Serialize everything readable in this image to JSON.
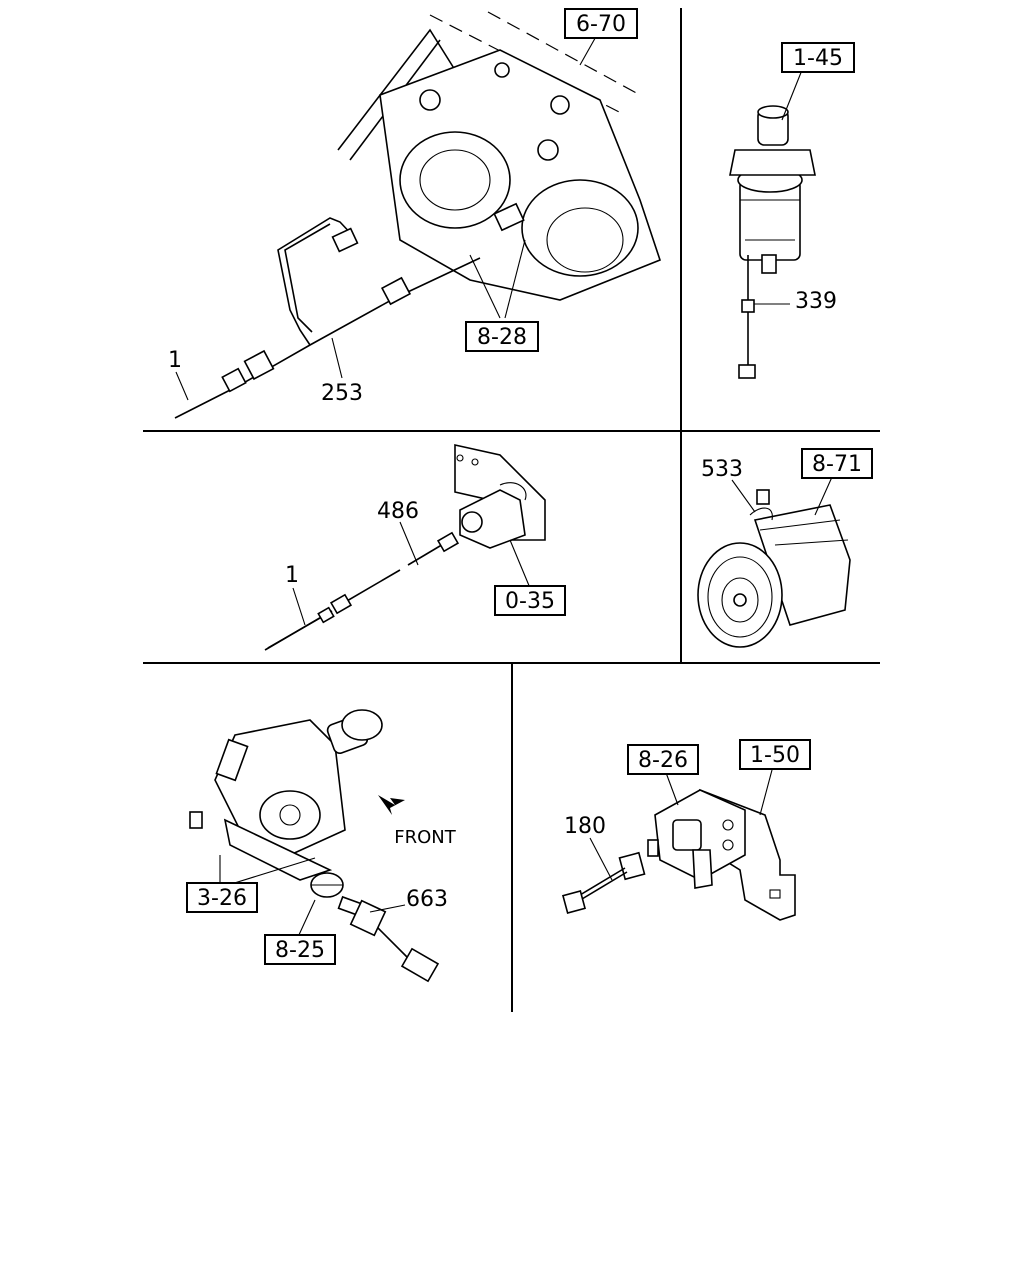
{
  "panels": {
    "horn": {
      "refs": [
        "6-70",
        "8-28"
      ],
      "parts": [
        "1",
        "253"
      ]
    },
    "fuel_filter": {
      "refs": [
        "1-45"
      ],
      "parts": [
        "339"
      ]
    },
    "bracket_switch": {
      "refs": [
        "0-35"
      ],
      "parts": [
        "486",
        "1"
      ]
    },
    "compressor": {
      "refs": [
        "8-71"
      ],
      "parts": [
        "533"
      ]
    },
    "pressure_switch": {
      "refs": [
        "3-26",
        "8-25"
      ],
      "parts": [
        "663"
      ],
      "direction_label": "FRONT"
    },
    "relay_bracket": {
      "refs": [
        "8-26",
        "1-50"
      ],
      "parts": [
        "180"
      ]
    }
  }
}
